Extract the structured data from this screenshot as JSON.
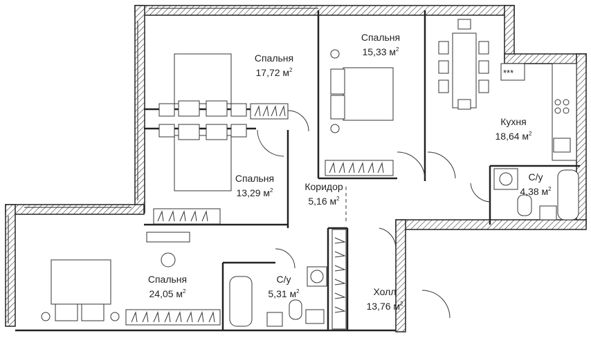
{
  "rooms": [
    {
      "name": "Спальня",
      "area": "17,72 м",
      "unit_sup": "2"
    },
    {
      "name": "Спальня",
      "area": "15,33 м",
      "unit_sup": "2"
    },
    {
      "name": "Кухня",
      "area": "18,64 м",
      "unit_sup": "2"
    },
    {
      "name": "Спальня",
      "area": "13,29 м",
      "unit_sup": "2"
    },
    {
      "name": "Коридор",
      "area": "5,16 м",
      "unit_sup": "2"
    },
    {
      "name": "С/у",
      "area": "4,38 м",
      "unit_sup": "2"
    },
    {
      "name": "Спальня",
      "area": "24,05 м",
      "unit_sup": "2"
    },
    {
      "name": "С/у",
      "area": "5,31 м",
      "unit_sup": "2"
    },
    {
      "name": "Холл",
      "area": "13,76 м",
      "unit_sup": "2"
    }
  ],
  "hood_symbol": "***",
  "colors": {
    "wall": "#222222",
    "background": "#ffffff",
    "text": "#222222"
  }
}
